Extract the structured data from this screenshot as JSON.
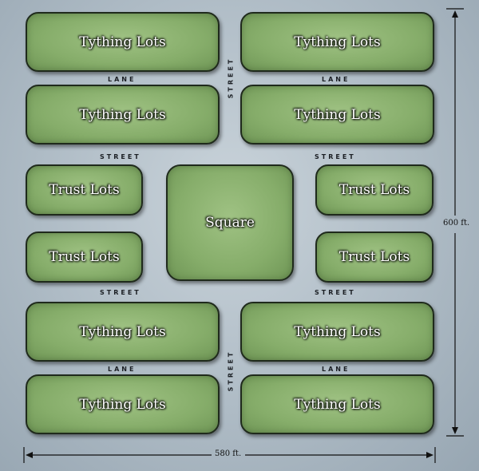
{
  "lots": {
    "tything_nw_top": "Tything Lots",
    "tything_ne_top": "Tything Lots",
    "tything_nw_bottom": "Tything Lots",
    "tything_ne_bottom": "Tything Lots",
    "trust_w_top": "Trust Lots",
    "trust_e_top": "Trust Lots",
    "trust_w_bottom": "Trust Lots",
    "trust_e_bottom": "Trust Lots",
    "square": "Square",
    "tything_sw_top": "Tything Lots",
    "tything_se_top": "Tything Lots",
    "tything_sw_bottom": "Tything Lots",
    "tything_se_bottom": "Tything Lots"
  },
  "roads": {
    "lane_nw": "LANE",
    "lane_ne": "LANE",
    "lane_sw": "LANE",
    "lane_se": "LANE",
    "street_north_vertical": "STREET",
    "street_south_vertical": "STREET",
    "street_upper_west": "STREET",
    "street_upper_east": "STREET",
    "street_lower_west": "STREET",
    "street_lower_east": "STREET"
  },
  "dimensions": {
    "height_label": "600 ft.",
    "width_label": "580 ft."
  },
  "colors": {
    "lot_fill": "#86ad6a",
    "lot_border": "#1f2a1c",
    "background": "#aebbc5"
  }
}
